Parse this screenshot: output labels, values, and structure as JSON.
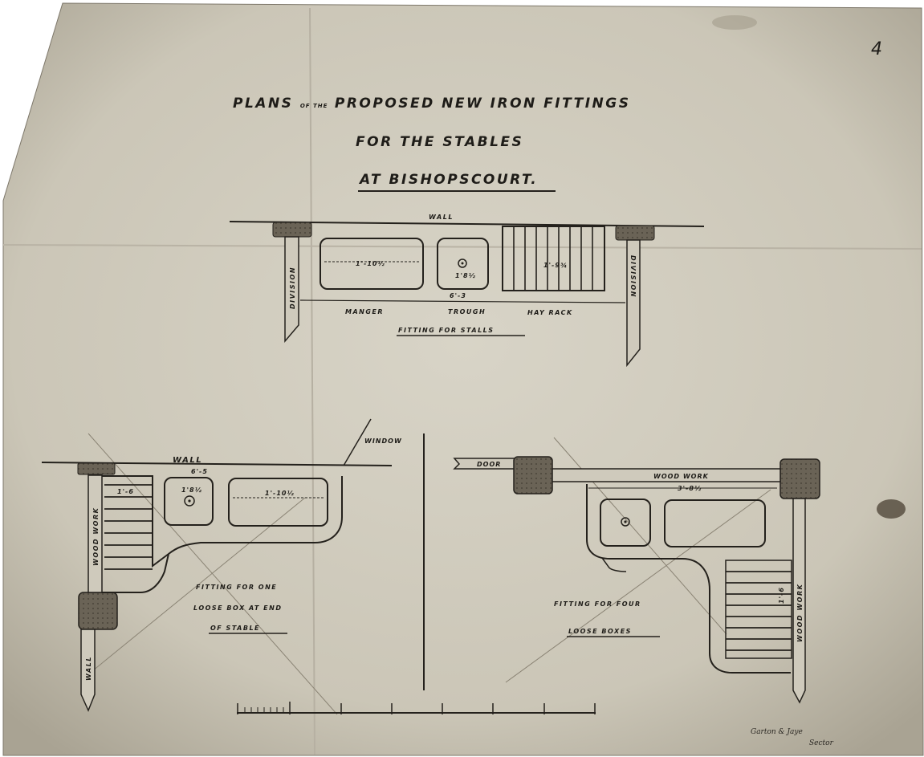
{
  "sheet": {
    "page_number": "4",
    "title_line1_a": "PLANS",
    "title_line1_of": "OF THE",
    "title_line1_b": "PROPOSED NEW IRON FITTINGS",
    "title_line2": "FOR THE STABLES",
    "title_line3": "AT BISHOPSCOURT."
  },
  "stalls_plan": {
    "wall_label": "WALL",
    "division_left": "DIVISION",
    "division_right": "DIVISION",
    "dim_manger": "1'-10½",
    "dim_trough": "1'8½",
    "dim_hayrack": "1'-9¾",
    "dim_total": "6'-3",
    "manger_label": "MANGER",
    "trough_label": "TROUGH",
    "hayrack_label": "HAY RACK",
    "caption": "FITTING FOR STALLS"
  },
  "loose_box_end": {
    "wall_label": "WALL",
    "window_label": "WINDOW",
    "dim_top": "6'-5",
    "dim_rack": "1'-6",
    "dim_trough": "1'8½",
    "dim_manger": "1'-10½",
    "side_label_upper": "WOOD WORK",
    "side_label_lower": "WALL",
    "caption_line1": "FITTING FOR ONE",
    "caption_line2": "LOOSE BOX AT END",
    "caption_line3": "OF STABLE"
  },
  "four_loose_boxes": {
    "door_label": "DOOR",
    "woodwork_top": "WOOD WORK",
    "dim_top": "3'-8½",
    "woodwork_side": "WOOD WORK",
    "dim_side": "1'-6",
    "caption_line1": "FITTING FOR FOUR",
    "caption_line2": "LOOSE BOXES"
  },
  "signature": {
    "line1": "Garton & Jaye",
    "line2": "Sector"
  },
  "colors": {
    "paper": "#d2cdbf",
    "ink": "#24211c",
    "stain": "#3a3226"
  }
}
